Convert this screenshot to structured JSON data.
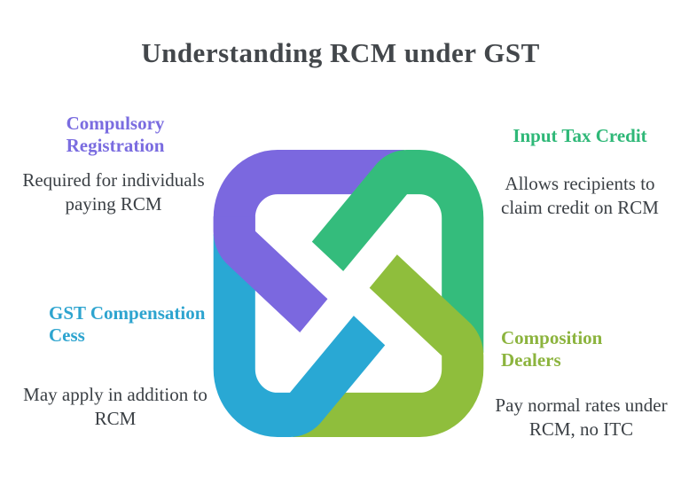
{
  "title": "Understanding RCM under GST",
  "colors": {
    "title_text": "#43474B",
    "body_text": "#3B4045",
    "purple": "#7B68DF",
    "green": "#34BC7C",
    "lime": "#8FBE3C",
    "blue": "#29A8D4",
    "heading_purple": "#7A6CE0",
    "heading_green": "#2FB878",
    "heading_blue": "#2DA4CF",
    "heading_lime": "#8CB43E"
  },
  "knot": {
    "strands": [
      "purple-loop",
      "green-loop",
      "lime-loop",
      "blue-loop"
    ],
    "purple": "#7B68DF",
    "green": "#34BC7C",
    "lime": "#8FBE3C",
    "blue": "#29A8D4"
  },
  "sections": {
    "top_left": {
      "heading": "Compulsory Registration",
      "body": "Required for individuals paying RCM"
    },
    "top_right": {
      "heading": "Input Tax Credit",
      "body": "Allows recipients to claim credit on RCM"
    },
    "bottom_left": {
      "heading": "GST Compensation Cess",
      "body": "May apply in addition to RCM"
    },
    "bottom_right": {
      "heading": "Composition Dealers",
      "body": "Pay normal rates under RCM, no ITC"
    }
  }
}
